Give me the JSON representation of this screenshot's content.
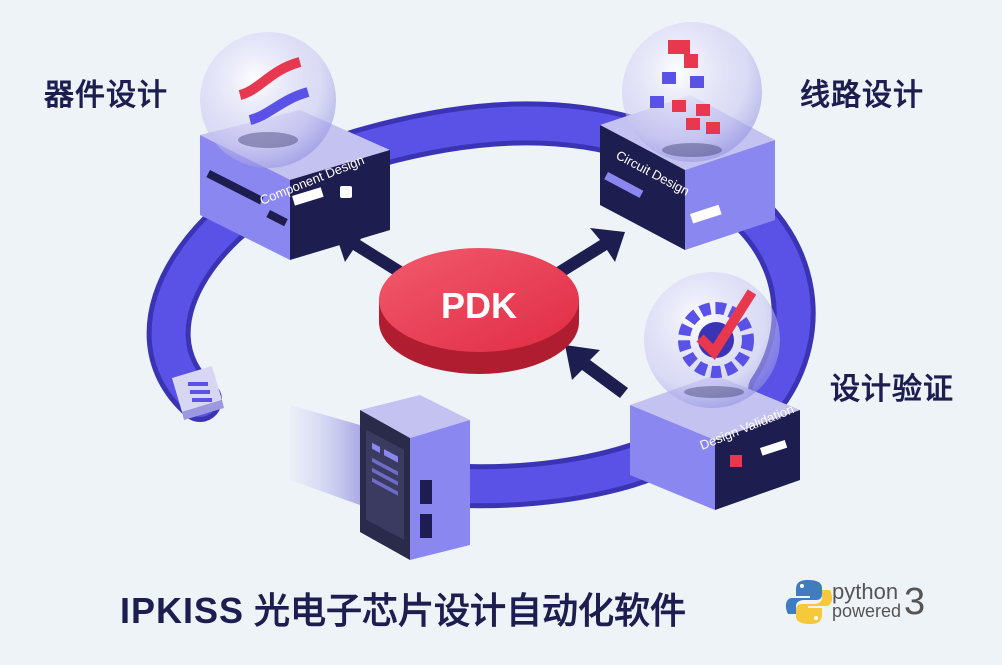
{
  "stations": {
    "component": {
      "zh": "器件设计",
      "en": "Component Design"
    },
    "circuit": {
      "zh": "线路设计",
      "en": "Circuit Design"
    },
    "validation": {
      "zh": "设计验证",
      "en": "Design Validation"
    }
  },
  "hub": {
    "label": "PDK"
  },
  "footer": {
    "brand": "IPKISS",
    "title": "光电子芯片设计自动化软件"
  },
  "badge": {
    "word": "python",
    "powered": "powered",
    "version": "3"
  },
  "colors": {
    "pipe": "#5a52e6",
    "pipe_dark": "#3a34b4",
    "pdk_red": "#e8384f",
    "pdk_dark": "#b01c30",
    "box_side": "#8b87f0",
    "box_panel": "#1e1d4f",
    "arrow": "#1e1d4f",
    "text_dark": "#1e1d4f"
  },
  "icons": [
    "waveguide-icon",
    "circuit-tree-icon",
    "gear-check-icon",
    "python-logo-icon"
  ]
}
